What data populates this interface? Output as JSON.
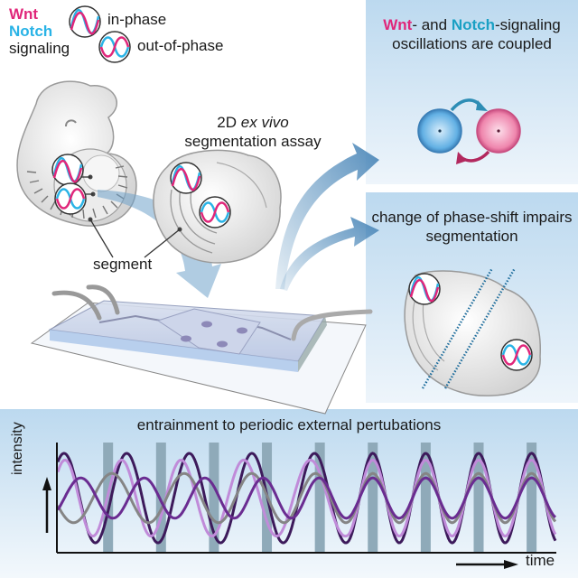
{
  "legend": {
    "wnt": "Wnt",
    "notch": "Notch",
    "signaling": "signaling",
    "in_phase": "in-phase",
    "out_of_phase": "out-of-phase"
  },
  "assay": {
    "title_prefix": "2D ",
    "title_italic": "ex vivo",
    "title_line2": "segmentation assay",
    "segment_label": "segment"
  },
  "coupled_panel": {
    "wnt": "Wnt",
    "and": "- and ",
    "notch": "Notch",
    "rest": "-signaling oscillations are coupled"
  },
  "phase_panel": {
    "title": "change of phase-shift impairs segmentation"
  },
  "colors": {
    "wnt": "#e0267a",
    "notch": "#29b3e6",
    "panel_top": "#bcd9ef",
    "arrow": "#5b93bf",
    "bar": "#8faab9"
  },
  "chart_data": {
    "type": "line",
    "title": "entrainment to periodic external pertubations",
    "xlabel": "time",
    "ylabel": "intensity",
    "perturbation_pulses": 9,
    "pulse_period": 1.0,
    "xlim": [
      0,
      9.4
    ],
    "ylim": [
      -1.2,
      1.2
    ],
    "series": [
      {
        "name": "dark purple",
        "color": "#3d1a5b",
        "amplitude": 1.0,
        "period_initial": 1.0,
        "phase_initial": 0.15
      },
      {
        "name": "light purple",
        "color": "#c08bd9",
        "amplitude": 0.85,
        "period_initial": 0.9,
        "phase_initial": 0.12
      },
      {
        "name": "grey",
        "color": "#858585",
        "amplitude": 0.55,
        "period_initial": 1.12,
        "phase_initial": 0.55
      },
      {
        "name": "purple",
        "color": "#6a2c91",
        "amplitude": 0.45,
        "period_initial": 1.1,
        "phase_initial": -0.1
      }
    ]
  }
}
